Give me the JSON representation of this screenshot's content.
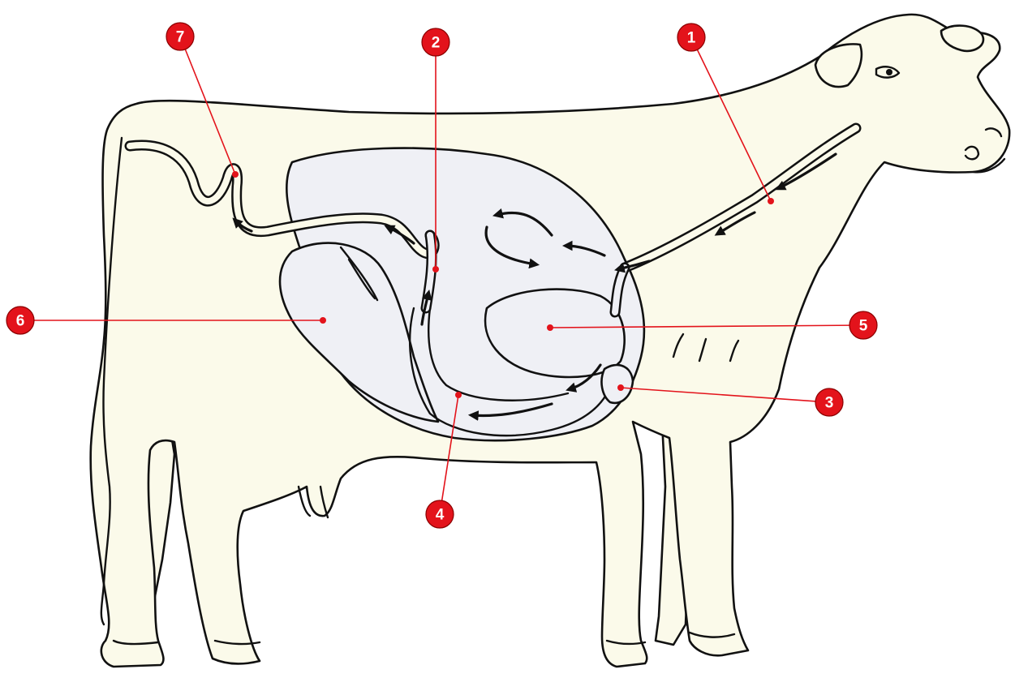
{
  "colors": {
    "body_fill": "#fbfaea",
    "organ_fill": "#eff0f5",
    "outline": "#111111",
    "label_red": "#e3131b"
  },
  "labels": [
    {
      "id": "1",
      "text": "1"
    },
    {
      "id": "2",
      "text": "2"
    },
    {
      "id": "3",
      "text": "3"
    },
    {
      "id": "4",
      "text": "4"
    },
    {
      "id": "5",
      "text": "5"
    },
    {
      "id": "6",
      "text": "6"
    },
    {
      "id": "7",
      "text": "7"
    }
  ]
}
